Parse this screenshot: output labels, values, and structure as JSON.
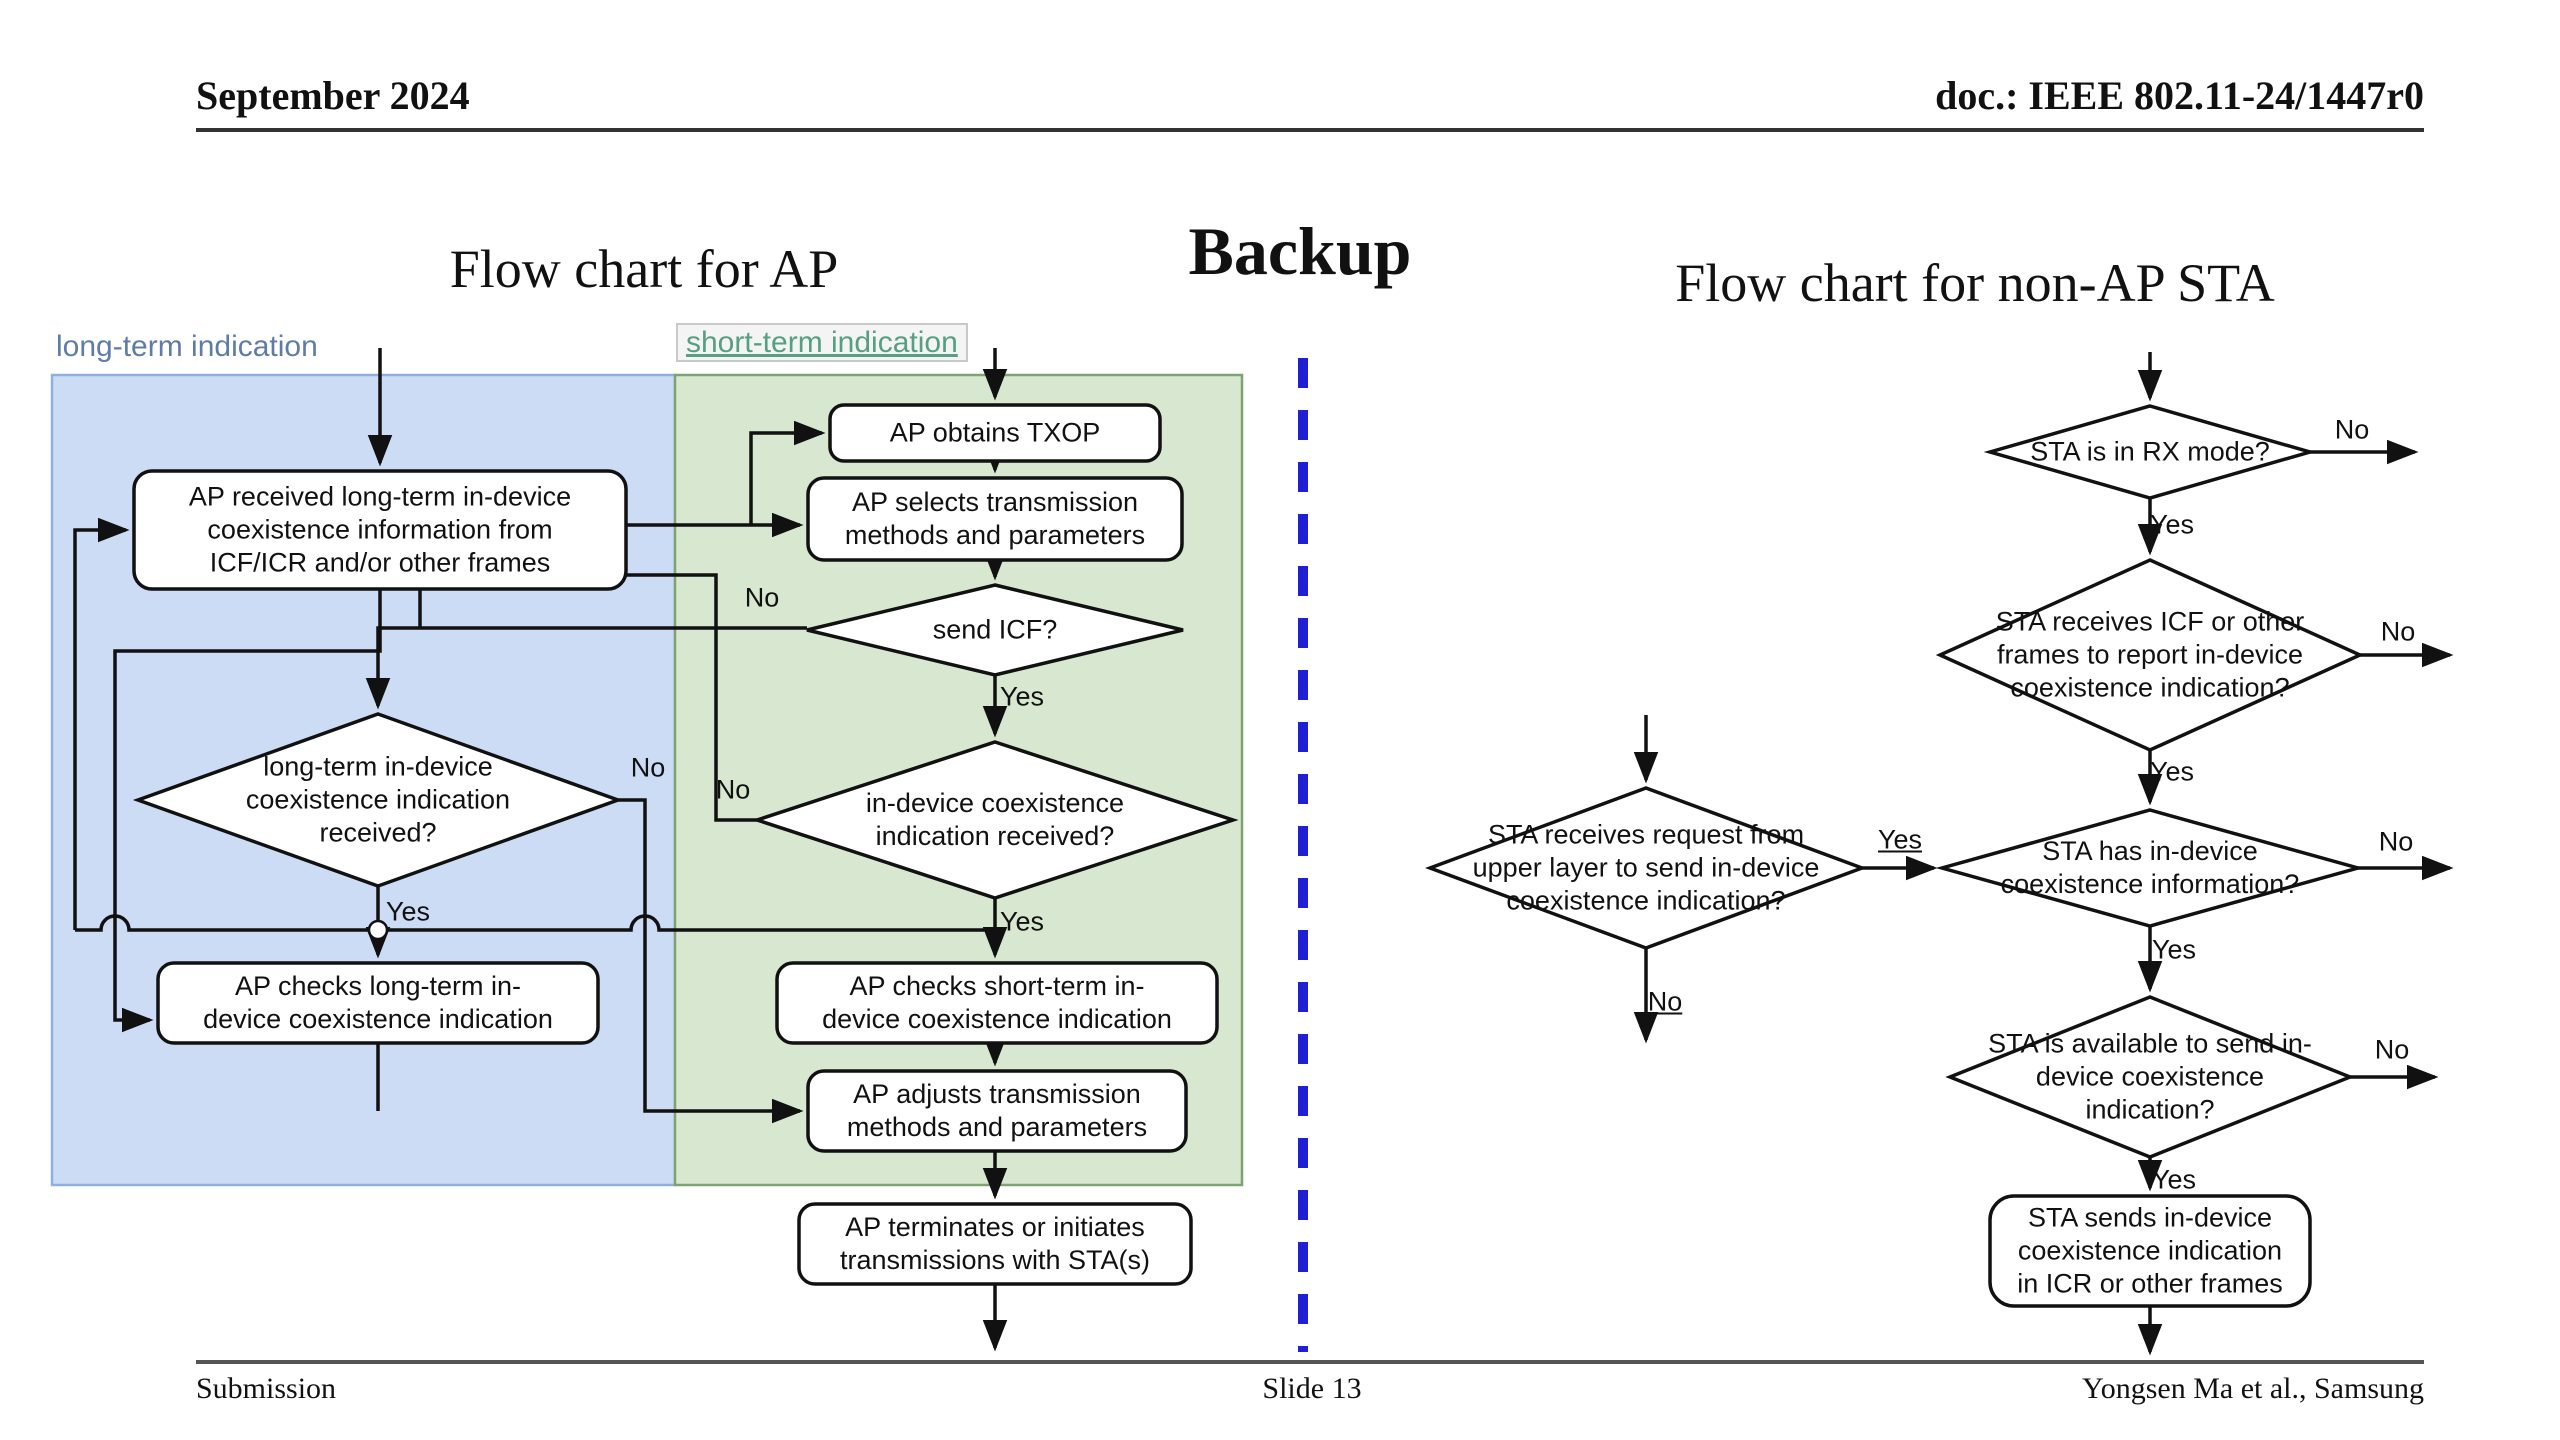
{
  "header": {
    "date": "September 2024",
    "doc": "doc.: IEEE 802.11-24/1447r0"
  },
  "titles": {
    "backup": "Backup",
    "ap": "Flow chart for AP",
    "sta": "Flow chart for non-AP STA"
  },
  "regions": {
    "long_label": "long-term indication",
    "short_label": "short-term indication",
    "long_color": "#5f7ca8",
    "short_color": "#569f82",
    "blue_fill": "#cddcf5",
    "blue_stroke": "#8fb0dc",
    "green_fill": "#d7e7d0",
    "green_stroke": "#7da371"
  },
  "labels": {
    "yes": "Yes",
    "no": "No"
  },
  "ap_chart": {
    "received": [
      "AP received long-term in-device",
      "coexistence information from",
      "ICF/ICR and/or other frames"
    ],
    "txop": [
      "AP obtains TXOP"
    ],
    "selects": [
      "AP selects transmission",
      "methods and parameters"
    ],
    "send_icf": [
      "send ICF?"
    ],
    "indevice": [
      "in-device coexistence",
      "indication received?"
    ],
    "longterm": [
      "long-term in-device",
      "coexistence indication",
      "received?"
    ],
    "checks_long": [
      "AP checks long-term in-",
      "device coexistence indication"
    ],
    "checks_short": [
      "AP checks short-term in-",
      "device coexistence indication"
    ],
    "adjusts": [
      "AP adjusts transmission",
      "methods and parameters"
    ],
    "terminates": [
      "AP terminates or initiates",
      "transmissions with STA(s)"
    ]
  },
  "sta_chart": {
    "rx_mode": [
      "STA is in RX mode?"
    ],
    "receives_icf": [
      "STA receives ICF or other",
      "frames to report in-device",
      "coexistence indication?"
    ],
    "request": [
      "STA receives request from",
      "upper layer to send in-device",
      "coexistence indication?"
    ],
    "has_info": [
      "STA has in-device",
      "coexistence information?"
    ],
    "available": [
      "STA is available to send in-",
      "device coexistence",
      "indication?"
    ],
    "sends": [
      "STA sends in-device",
      "coexistence indication",
      "in ICR or other frames"
    ]
  },
  "footer": {
    "submission": "Submission",
    "slide": "Slide 13",
    "authors": "Yongsen Ma et al., Samsung"
  },
  "divider_color": "#1f1fd6"
}
